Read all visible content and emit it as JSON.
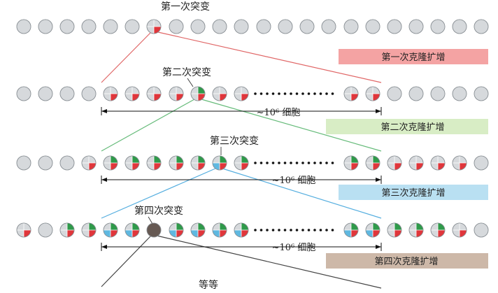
{
  "diagram": {
    "mutation_labels": [
      "第一次突变",
      "第二次突变",
      "第三次突变",
      "第四次突变"
    ],
    "expansion_boxes": [
      {
        "label": "第一次克隆扩增",
        "color": "#f4a3a3"
      },
      {
        "label": "第二次克隆扩增",
        "color": "#d8edc5"
      },
      {
        "label": "第三次克隆扩增",
        "color": "#b9e0f2"
      },
      {
        "label": "第四次克隆扩增",
        "color": "#cdb8a8"
      }
    ],
    "cell_count_label": "~10⁶ 细胞",
    "etc_label": "等等",
    "colors": {
      "normal_cell": "#d6d9dc",
      "mutation1": "#e0363b",
      "mutation2": "#2f9a4a",
      "mutation3": "#5fb8e0",
      "mutation4": "#5a4a44",
      "line1": "#e06666",
      "line2": "#66bb7a",
      "line3": "#55aedf",
      "line4": "#444444"
    }
  }
}
